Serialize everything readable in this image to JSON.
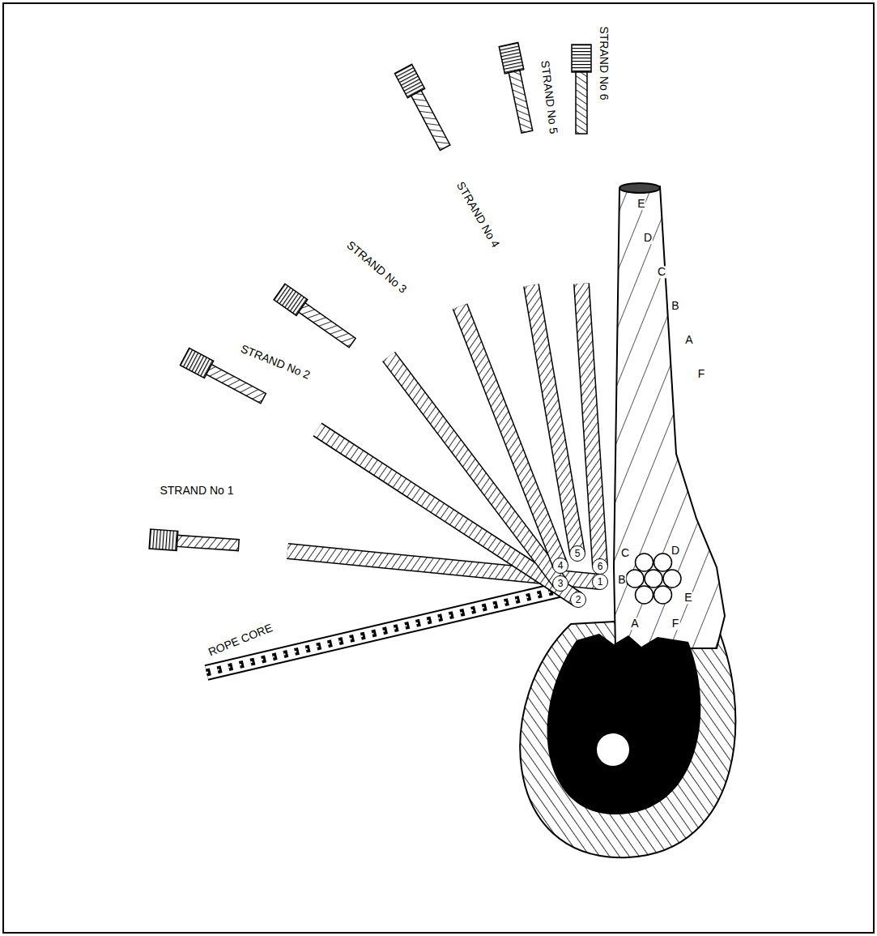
{
  "diagram": {
    "nodes": [
      {
        "text": [
          "1"
        ]
      },
      {
        "text": [
          "2"
        ]
      },
      {
        "text": [
          "3"
        ]
      },
      {
        "text": [
          "4"
        ]
      },
      {
        "text": [
          "5"
        ]
      },
      {
        "text": [
          "6"
        ]
      }
    ],
    "labels": [
      "STRAND No 1",
      "STRAND No 2",
      "STRAND No 3",
      "STRAND No 4",
      "STRAND No 5",
      "STRAND No 6",
      "ROPE CORE",
      "E",
      "D",
      "C",
      "B",
      "A",
      "F",
      "C",
      "D",
      "B",
      "E",
      "A",
      "F"
    ]
  }
}
